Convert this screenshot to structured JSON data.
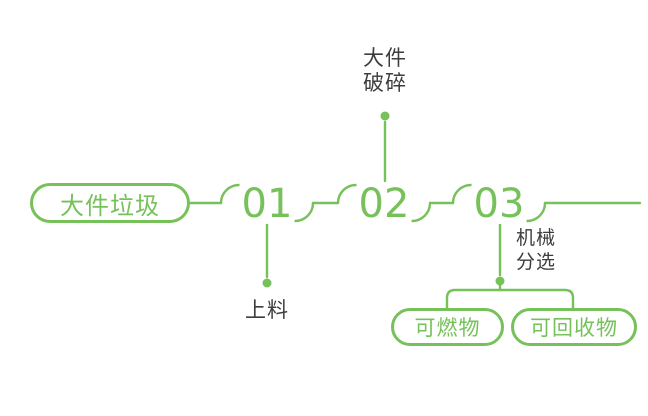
{
  "colors": {
    "green": "#76C15A",
    "text_dark": "#3D3D3D",
    "background": "#FFFFFF"
  },
  "diagram": {
    "title_implicit": "",
    "source": {
      "label": "大件垃圾"
    },
    "steps": [
      {
        "number": "01",
        "label": "上料"
      },
      {
        "number": "02",
        "label_line1": "大件",
        "label_line2": "破碎"
      },
      {
        "number": "03",
        "label_line1": "机械",
        "label_line2": "分选"
      }
    ],
    "outputs": [
      {
        "label": "可燃物"
      },
      {
        "label": "可回收物"
      }
    ]
  }
}
